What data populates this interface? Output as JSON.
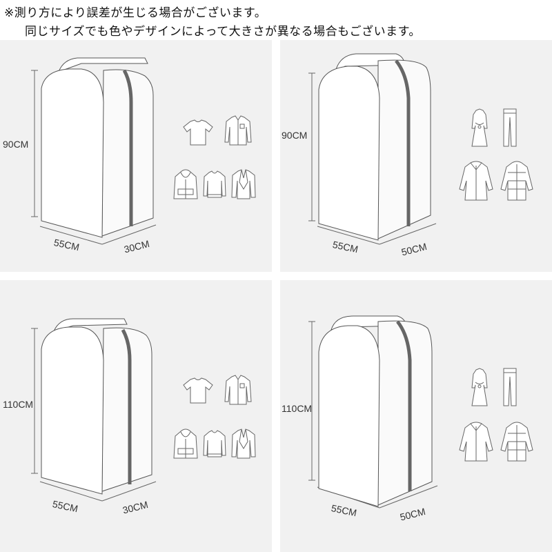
{
  "notes": {
    "line1": "※測り方により誤差が生じる場合がございます。",
    "line2": "同じサイズでも色やデザインによって大きさが異なる場合もございます。"
  },
  "panels": [
    {
      "height": "90CM",
      "width": "55CM",
      "depth": "30CM",
      "icons": [
        "tshirt-icon",
        "shirt-icon",
        "hoodie-icon",
        "sweater-icon",
        "suit-jacket-icon"
      ]
    },
    {
      "height": "90CM",
      "width": "55CM",
      "depth": "50CM",
      "icons": [
        "dress-icon",
        "pants-icon",
        "coat-icon",
        "down-jacket-icon"
      ]
    },
    {
      "height": "110CM",
      "width": "55CM",
      "depth": "30CM",
      "icons": [
        "tshirt-icon",
        "shirt-icon",
        "hoodie-icon",
        "sweater-icon",
        "suit-jacket-icon"
      ]
    },
    {
      "height": "110CM",
      "width": "55CM",
      "depth": "50CM",
      "icons": [
        "dress-icon",
        "pants-icon",
        "coat-icon",
        "down-jacket-icon"
      ]
    }
  ],
  "colors": {
    "panel_bg": "#f1f1f1",
    "zipper": "#666666",
    "outline": "#555555"
  }
}
